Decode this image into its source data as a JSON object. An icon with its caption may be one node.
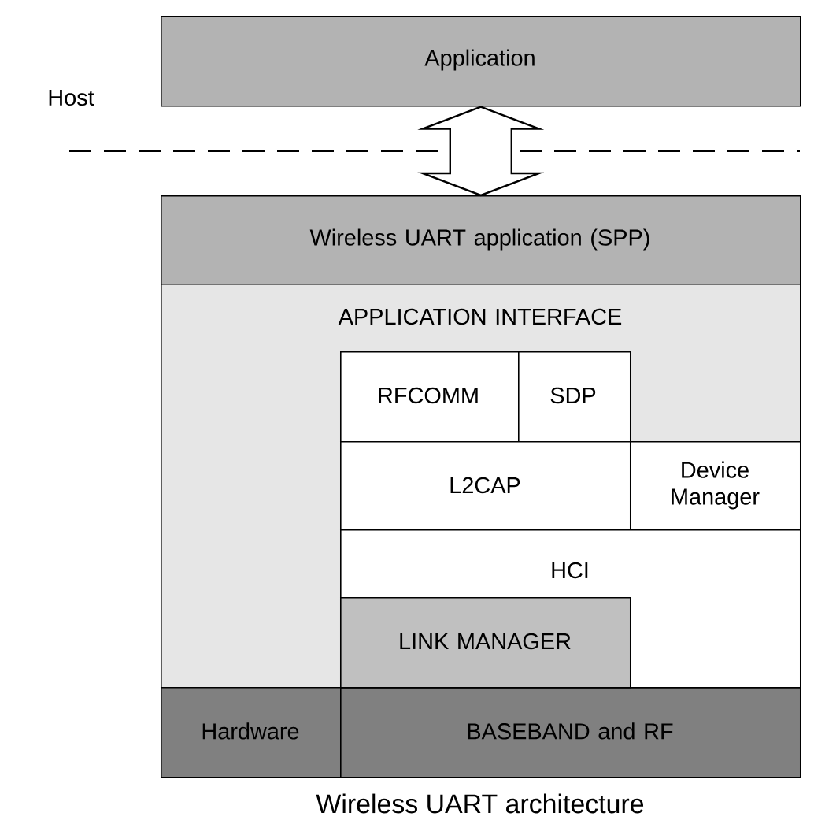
{
  "diagram": {
    "caption": "Wireless UART architecture",
    "nodes": [
      {
        "text": [
          "Application"
        ]
      },
      {
        "text": [
          "Wireless UART application (SPP)"
        ]
      },
      {
        "text": [
          "APPLICATION INTERFACE"
        ]
      },
      {
        "text": [
          "RFCOMM"
        ],
        "in": 2
      },
      {
        "text": [
          "SDP"
        ],
        "in": 2
      },
      {
        "text": [
          "L2CAP"
        ],
        "in": 2
      },
      {
        "text": [
          "Device Manager"
        ],
        "in": 2
      },
      {
        "text": [
          "HCI"
        ],
        "in": 2
      },
      {
        "text": [
          "LINK MANAGER"
        ],
        "in": 7
      },
      {
        "text": [
          "Hardware"
        ]
      },
      {
        "text": [
          "BASEBAND and RF"
        ]
      }
    ],
    "edges": [
      {
        "from": 0,
        "to": 1,
        "arrow": "both",
        "style": "thick"
      }
    ],
    "labels": [
      "Host"
    ]
  }
}
